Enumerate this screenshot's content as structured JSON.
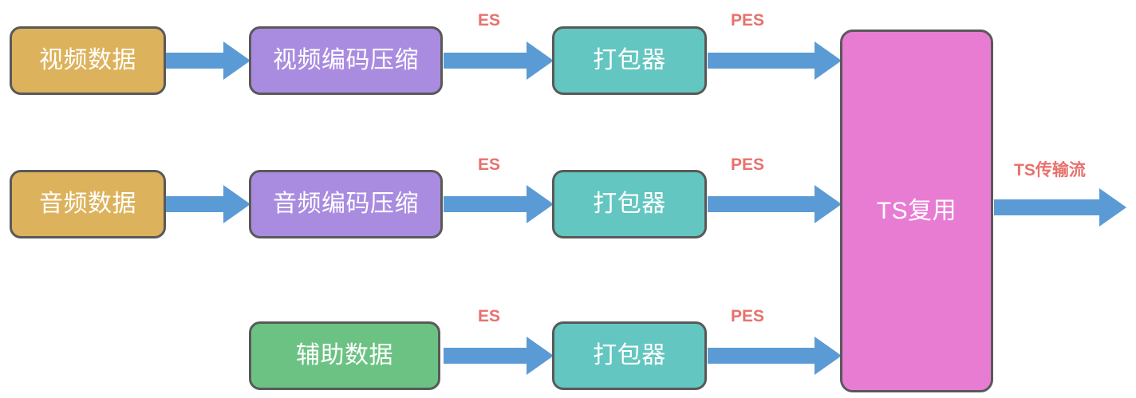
{
  "diagram": {
    "title": "TS transport stream multiplexing flow",
    "background": "#ffffff",
    "arrow_color": "#5b9bd5",
    "node_border_color": "#595959",
    "edge_label_color": "#e8716d",
    "nodes": [
      {
        "id": "video-data",
        "label": "视频数据",
        "color": "#ddb25c"
      },
      {
        "id": "video-encoder",
        "label": "视频编码压缩",
        "color": "#a98ce0"
      },
      {
        "id": "video-packetizer",
        "label": "打包器",
        "color": "#63c6c0"
      },
      {
        "id": "audio-data",
        "label": "音频数据",
        "color": "#ddb25c"
      },
      {
        "id": "audio-encoder",
        "label": "音频编码压缩",
        "color": "#a98ce0"
      },
      {
        "id": "audio-packetizer",
        "label": "打包器",
        "color": "#63c6c0"
      },
      {
        "id": "aux-data",
        "label": "辅助数据",
        "color": "#6cc283"
      },
      {
        "id": "aux-packetizer",
        "label": "打包器",
        "color": "#63c6c0"
      },
      {
        "id": "ts-mux",
        "label": "TS复用",
        "color": "#e87cd2"
      }
    ],
    "edge_labels": {
      "es_video": "ES",
      "es_audio": "ES",
      "es_aux": "ES",
      "pes_video": "PES",
      "pes_audio": "PES",
      "pes_aux": "PES",
      "ts_out": "TS传输流"
    }
  }
}
